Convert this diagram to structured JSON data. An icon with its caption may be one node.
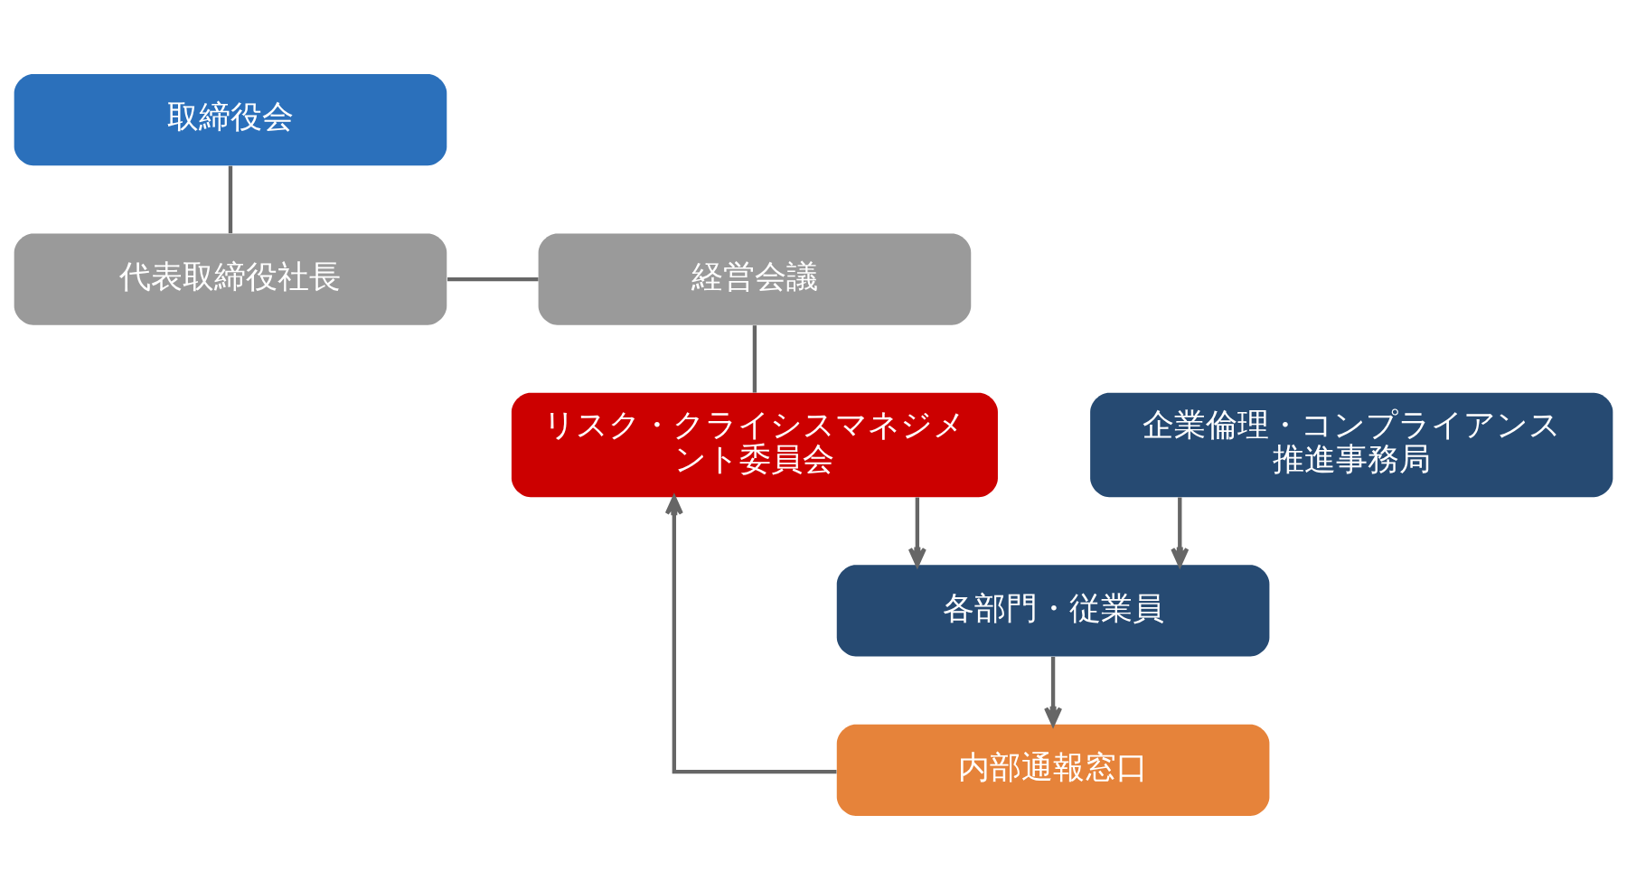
{
  "diagram": {
    "nodes": [
      {
        "text": [
          "取締役会"
        ]
      },
      {
        "text": [
          "代表取締役社長"
        ]
      },
      {
        "text": [
          "経営会議"
        ]
      },
      {
        "text": [
          "リスク・クライシスマネジメント委員会"
        ]
      },
      {
        "text": [
          "企業倫理・コンプライアンス推進事務局"
        ]
      },
      {
        "text": [
          "内部通報窓口"
        ]
      },
      {
        "text": [
          "各部門・従業員"
        ]
      }
    ],
    "edges": [
      {
        "from": 0,
        "to": 1,
        "arrow": "none"
      },
      {
        "from": 1,
        "to": 2,
        "arrow": "none"
      },
      {
        "from": 2,
        "to": 3,
        "arrow": "none"
      },
      {
        "from": 3,
        "to": 6,
        "arrow": "to"
      },
      {
        "from": 4,
        "to": 6,
        "arrow": "to"
      },
      {
        "from": 6,
        "to": 5,
        "arrow": "to"
      },
      {
        "from": 5,
        "to": 3,
        "arrow": "to"
      }
    ]
  }
}
